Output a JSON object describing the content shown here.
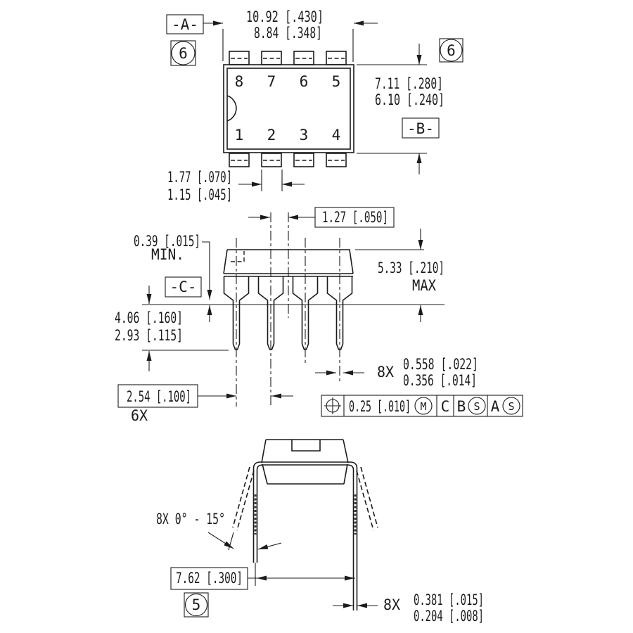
{
  "top_view": {
    "datum_a": "-A-",
    "flag_left": "6",
    "flag_right": "6",
    "dim_body_length": {
      "max": "10.92 [.430]",
      "min": "8.84 [.348]"
    },
    "dim_body_width": {
      "max": "7.11 [.280]",
      "min": "6.10 [.240]"
    },
    "datum_b": "-B-",
    "dim_lead_width": {
      "max": "1.77 [.070]",
      "min": "1.15 [.045]"
    },
    "pins_top": [
      "8",
      "7",
      "6",
      "5"
    ],
    "pins_bottom": [
      "1",
      "2",
      "3",
      "4"
    ]
  },
  "side_view": {
    "dim_center_offset": "1.27 [.050]",
    "dim_standoff": {
      "value": "0.39 [.015]",
      "qualifier": "MIN."
    },
    "datum_c": "-C-",
    "dim_seated_height": {
      "value": "5.33 [.210]",
      "qualifier": "MAX"
    },
    "dim_lead_length": {
      "max": "4.06 [.160]",
      "min": "2.93 [.115]"
    },
    "dim_pitch": {
      "value": "2.54 [.100]",
      "count": "6X"
    },
    "dim_lead_thickness": {
      "count": "8X",
      "max": "0.558 [.022]",
      "min": "0.356 [.014]"
    },
    "feature_control_frame": {
      "symbol": "true-position",
      "tolerance": "0.25 [.010]",
      "modifier": "M",
      "datum_1": "C",
      "datum_2": "B",
      "datum_2_modifier": "S",
      "datum_3": "A",
      "datum_3_modifier": "S"
    }
  },
  "end_view": {
    "dim_lead_angle": "8X 0° - 15°",
    "dim_row_spacing": "7.62 [.300]",
    "flag": "5",
    "dim_lead_width": {
      "count": "8X",
      "max": "0.381 [.015]",
      "min": "0.204 [.008]"
    }
  }
}
